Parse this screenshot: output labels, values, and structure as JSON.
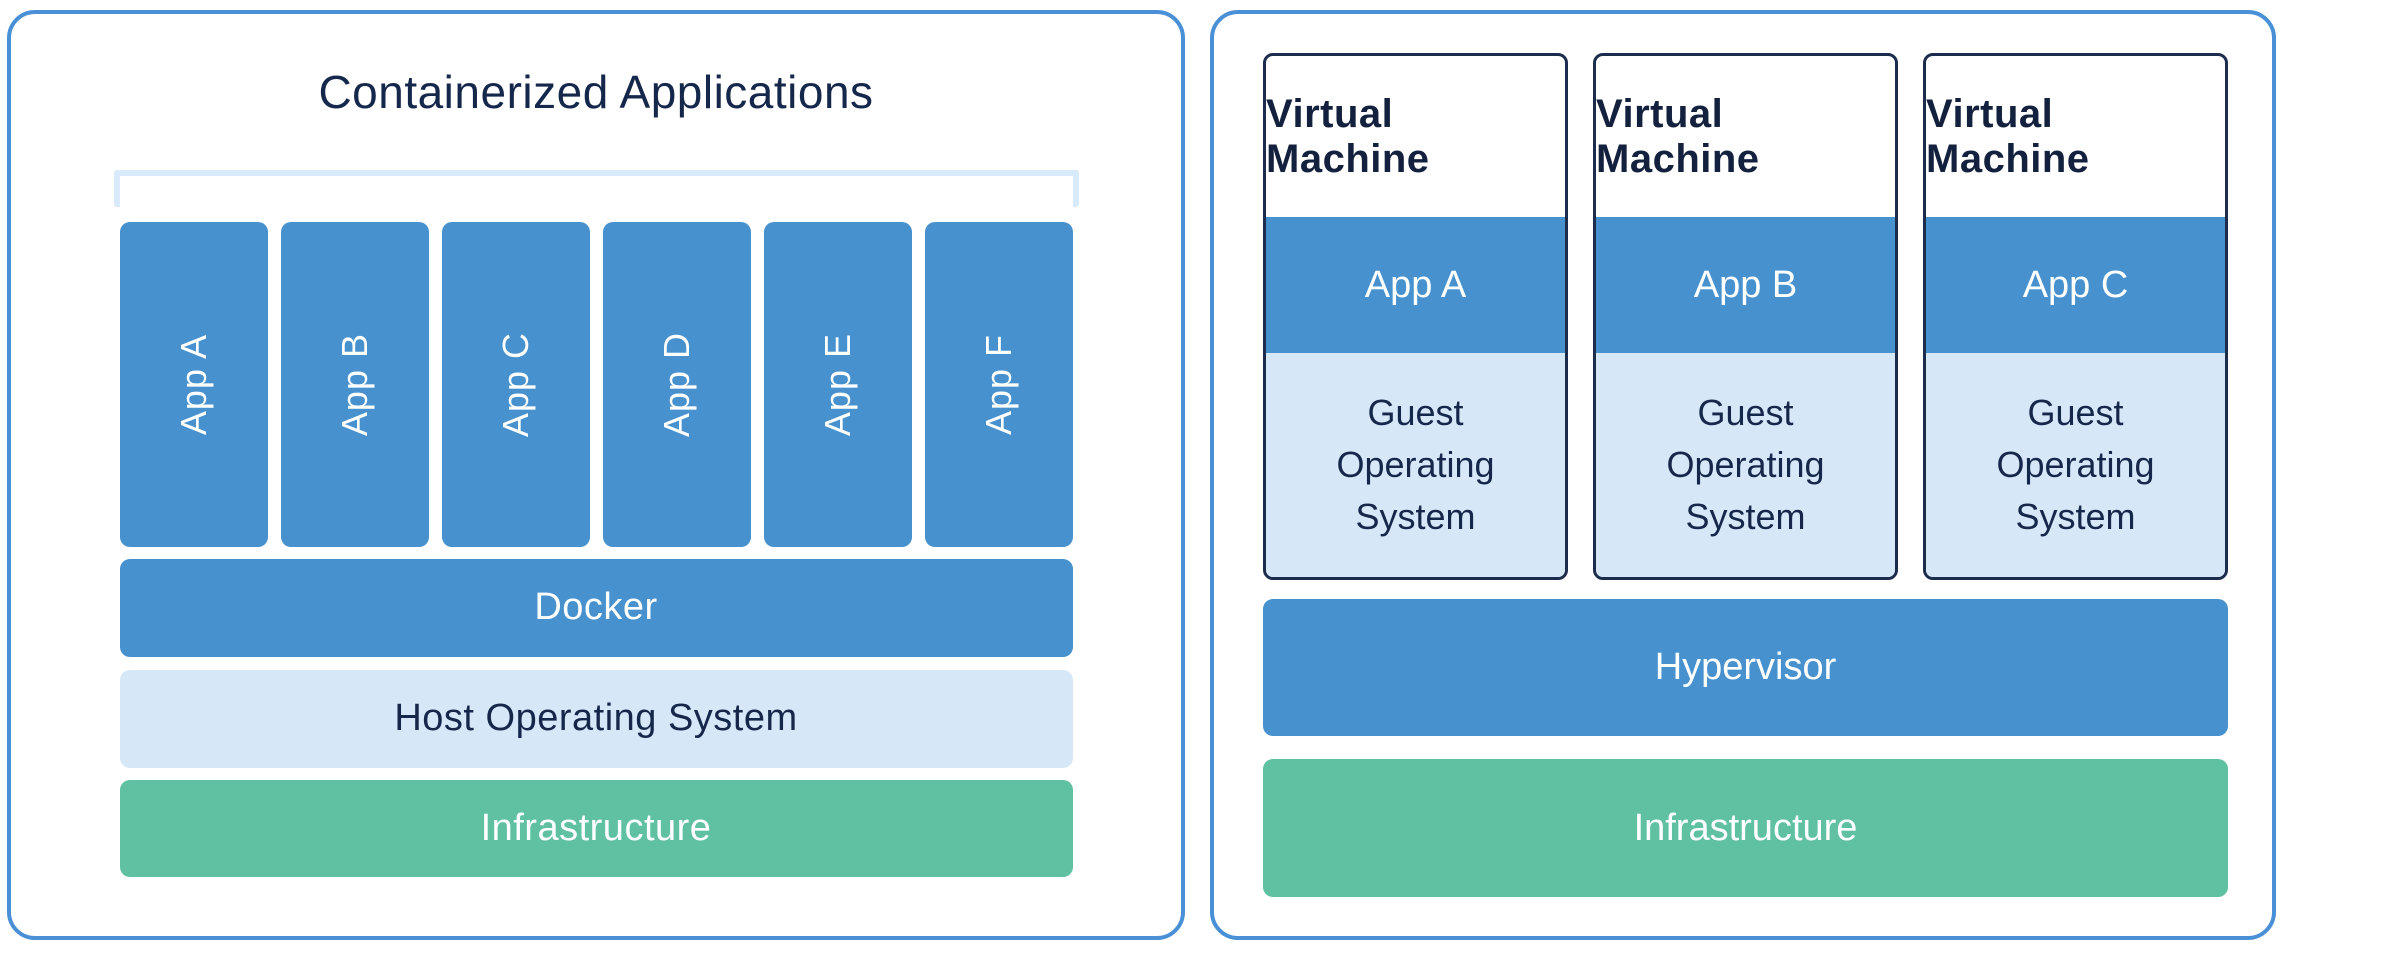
{
  "left_panel": {
    "title": "Containerized Applications",
    "apps": [
      "App A",
      "App B",
      "App C",
      "App D",
      "App E",
      "App F"
    ],
    "docker_label": "Docker",
    "host_os_label": "Host Operating System",
    "infrastructure_label": "Infrastructure"
  },
  "right_panel": {
    "vms": [
      {
        "title": "Virtual Machine",
        "app_label": "App A",
        "os_label": "Guest Operating System"
      },
      {
        "title": "Virtual Machine",
        "app_label": "App B",
        "os_label": "Guest Operating System"
      },
      {
        "title": "Virtual Machine",
        "app_label": "App C",
        "os_label": "Guest Operating System"
      }
    ],
    "hypervisor_label": "Hypervisor",
    "infrastructure_label": "Infrastructure"
  },
  "colors": {
    "accent_blue": "#4791CE",
    "light_blue_fill": "#D6E8F8",
    "bracket_blue": "#D9EAFA",
    "green_fill": "#5FC1A1",
    "navy_text": "#15274A",
    "panel_border_blue": "#4A90D6",
    "vm_border_navy": "#1C2C4C"
  }
}
